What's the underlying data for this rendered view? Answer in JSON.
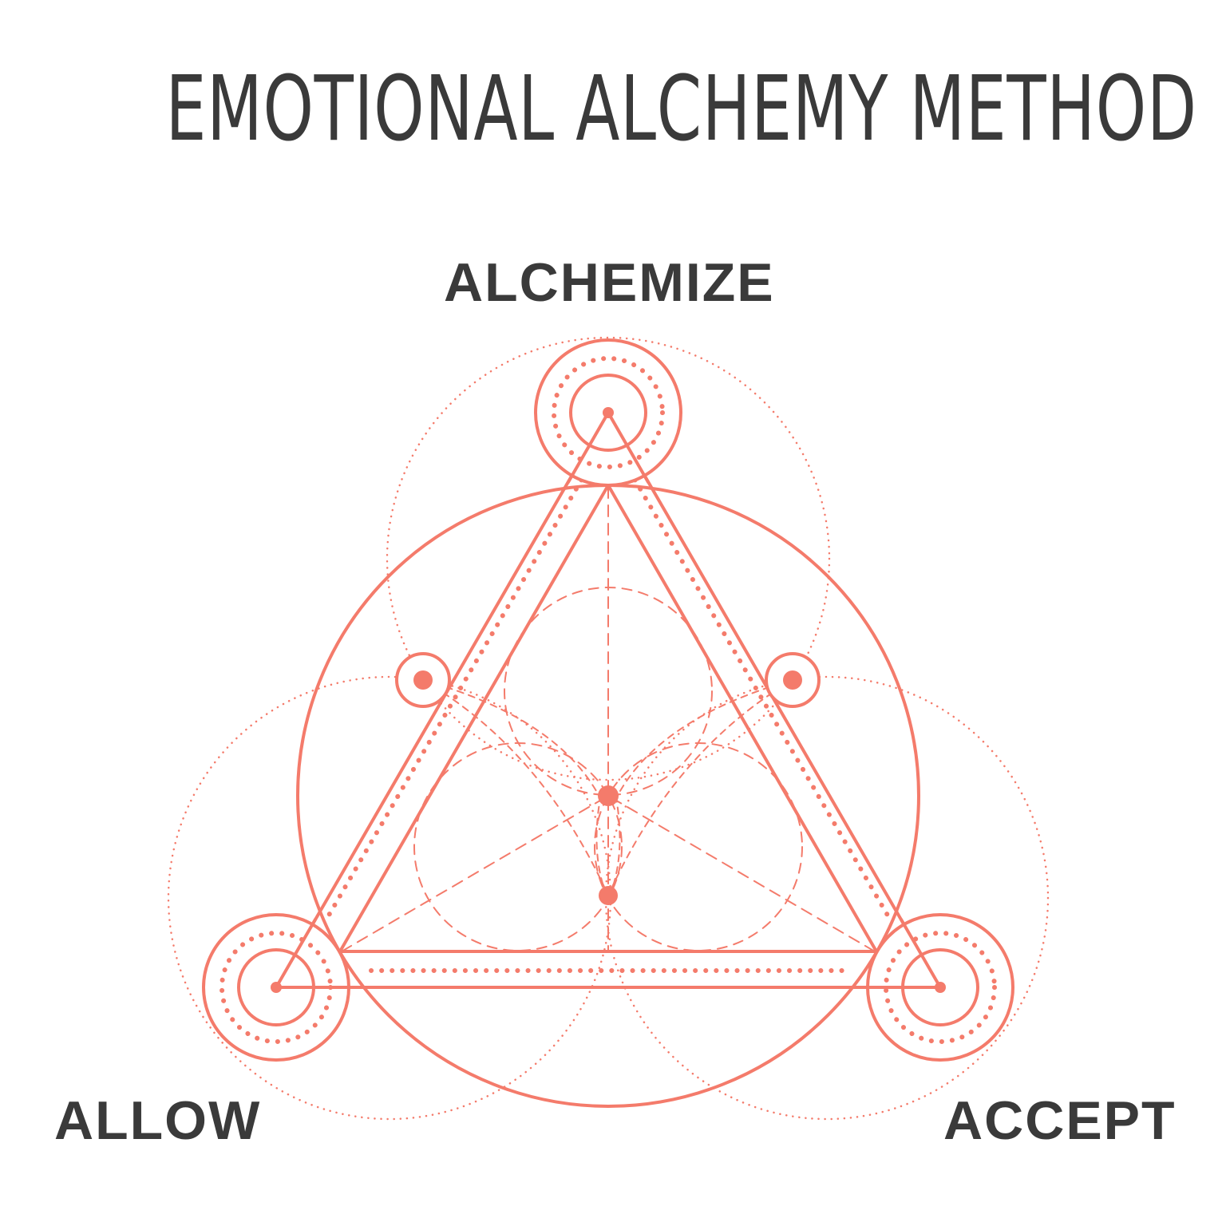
{
  "title": "EMOTIONAL ALCHEMY METHOD",
  "labels": {
    "top": "ALCHEMIZE",
    "left": "ALLOW",
    "right": "ACCEPT"
  },
  "colors": {
    "text": "#3a3a3a",
    "accent": "#f47b6b",
    "background": "#ffffff"
  }
}
